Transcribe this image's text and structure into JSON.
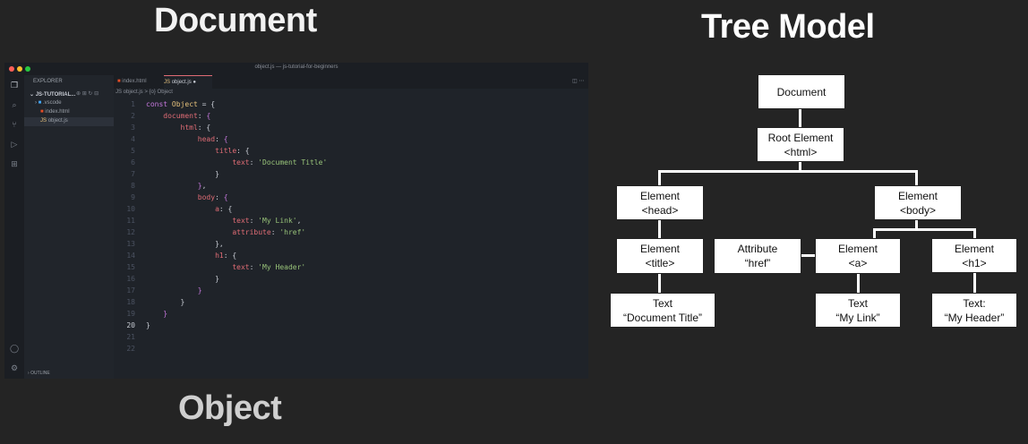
{
  "headings": {
    "document": "Document",
    "tree_model": "Tree Model",
    "object": "Object"
  },
  "editor": {
    "window_title": "object.js — js-tutorial-for-beginners",
    "explorer_label": "EXPLORER",
    "project_name": "JS-TUTORIAL...",
    "files": [
      ".vscode",
      "index.html",
      "object.js"
    ],
    "tabs": [
      "index.html",
      "object.js"
    ],
    "breadcrumb": "JS object.js > {o} Object",
    "outline_label": "OUTLINE",
    "line_numbers": [
      "1",
      "2",
      "3",
      "4",
      "5",
      "6",
      "7",
      "8",
      "9",
      "10",
      "11",
      "12",
      "13",
      "14",
      "15",
      "16",
      "17",
      "18",
      "19",
      "20",
      "21",
      "22"
    ]
  },
  "tree": {
    "document": "Document",
    "root_line1": "Root Element",
    "root_line2": "<html>",
    "head_line1": "Element",
    "head_line2": "<head>",
    "body_line1": "Element",
    "body_line2": "<body>",
    "title_line1": "Element",
    "title_line2": "<title>",
    "attr_line1": "Attribute",
    "attr_line2": "“href”",
    "a_line1": "Element",
    "a_line2": "<a>",
    "h1_line1": "Element",
    "h1_line2": "<h1>",
    "text1_line1": "Text",
    "text1_line2": "“Document Title”",
    "text2_line1": "Text",
    "text2_line2": "“My Link”",
    "text3_line1": "Text:",
    "text3_line2": "“My Header”"
  },
  "colors": {
    "accent_tab": "#e06c75",
    "keyword": "#c678dd",
    "string": "#98c379"
  }
}
